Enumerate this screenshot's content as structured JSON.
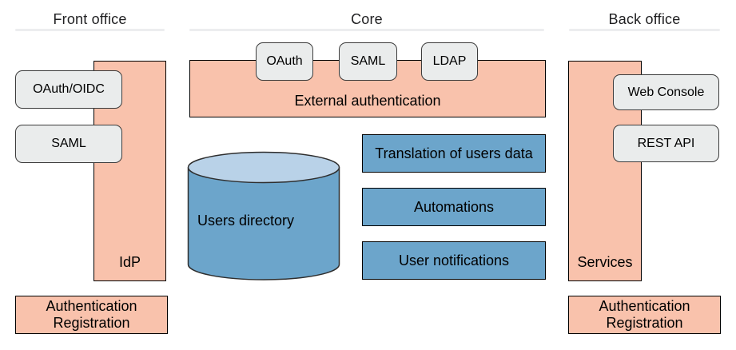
{
  "front_office": {
    "title": "Front office",
    "chips": [
      "OAuth/OIDC",
      "SAML"
    ],
    "pillar_label": "IdP",
    "auth_box_line1": "Authentication",
    "auth_box_line2": "Registration"
  },
  "core": {
    "title": "Core",
    "chips": [
      "OAuth",
      "SAML",
      "LDAP"
    ],
    "external_auth_label": "External authentication",
    "database_label": "Users directory",
    "modules": [
      "Translation of users data",
      "Automations",
      "User notifications"
    ]
  },
  "back_office": {
    "title": "Back office",
    "chips": [
      "Web Console",
      "REST API"
    ],
    "pillar_label": "Services",
    "auth_box_line1": "Authentication",
    "auth_box_line2": "Registration"
  },
  "colors": {
    "salmon_fill": "#f9c2ac",
    "blue_fill": "#6ca5cb",
    "cylinder_top_fill": "#b9d2e8",
    "chip_fill": "#eaecec",
    "chip_border": "#3c3c3c",
    "box_border": "#000000",
    "header_rule": "#ecedef",
    "title_text": "#1f1f21"
  }
}
